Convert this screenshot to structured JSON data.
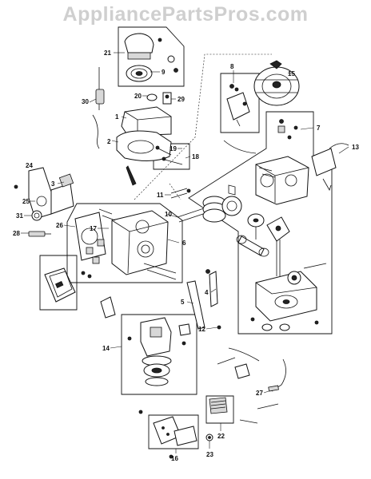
{
  "watermark": "AppliancePartsPros.com",
  "labels": [
    {
      "id": "label-21",
      "text": "21"
    },
    {
      "id": "label-9",
      "text": "9"
    },
    {
      "id": "label-30",
      "text": "30"
    },
    {
      "id": "label-20",
      "text": "20"
    },
    {
      "id": "label-29",
      "text": "29"
    },
    {
      "id": "label-1",
      "text": "1"
    },
    {
      "id": "label-2",
      "text": "2"
    },
    {
      "id": "label-19",
      "text": "19"
    },
    {
      "id": "label-18",
      "text": "18"
    },
    {
      "id": "label-24",
      "text": "24"
    },
    {
      "id": "label-3",
      "text": "3"
    },
    {
      "id": "label-25",
      "text": "25"
    },
    {
      "id": "label-31",
      "text": "31"
    },
    {
      "id": "label-28",
      "text": "28"
    },
    {
      "id": "label-26",
      "text": "26"
    },
    {
      "id": "label-17",
      "text": "17"
    },
    {
      "id": "label-11",
      "text": "11"
    },
    {
      "id": "label-10",
      "text": "10"
    },
    {
      "id": "label-6",
      "text": "6"
    },
    {
      "id": "label-8",
      "text": "8"
    },
    {
      "id": "label-15",
      "text": "15"
    },
    {
      "id": "label-7",
      "text": "7"
    },
    {
      "id": "label-13",
      "text": "13"
    },
    {
      "id": "label-4",
      "text": "4"
    },
    {
      "id": "label-5",
      "text": "5"
    },
    {
      "id": "label-12",
      "text": "12"
    },
    {
      "id": "label-14",
      "text": "14"
    },
    {
      "id": "label-27",
      "text": "27"
    },
    {
      "id": "label-22",
      "text": "22"
    },
    {
      "id": "label-23",
      "text": "23"
    },
    {
      "id": "label-16",
      "text": "16"
    }
  ],
  "colors": {
    "line": "#111111",
    "watermark": "#cfcfcf",
    "background": "#ffffff"
  }
}
